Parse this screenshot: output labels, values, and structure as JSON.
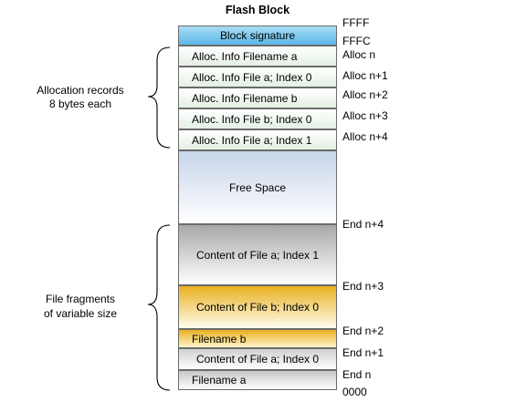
{
  "title": "Flash Block",
  "blocks": {
    "signature": "Block signature",
    "alloc_filename_a": "Alloc. Info Filename a",
    "alloc_file_a_index0": "Alloc. Info File a; Index 0",
    "alloc_filename_b": "Alloc. Info Filename b",
    "alloc_file_b_index0": "Alloc. Info File b; Index 0",
    "alloc_file_a_index1": "Alloc. Info File a; Index 1",
    "free_space": "Free Space",
    "content_file_a_index1": "Content of File a; Index 1",
    "content_file_b_index0": "Content of File b; Index 0",
    "filename_b": "Filename b",
    "content_file_a_index0": "Content of File a; Index 0",
    "filename_a": "Filename a"
  },
  "addresses": {
    "ffff": "FFFF",
    "fffc": "FFFC",
    "alloc_n": "Alloc n",
    "alloc_n1": "Alloc n+1",
    "alloc_n2": "Alloc n+2",
    "alloc_n3": "Alloc n+3",
    "alloc_n4": "Alloc n+4",
    "end_n4": "End n+4",
    "end_n3": "End n+3",
    "end_n2": "End n+2",
    "end_n1": "End n+1",
    "end_n": "End n",
    "zero": "0000"
  },
  "groups": {
    "allocation_line1": "Allocation records",
    "allocation_line2": "8 bytes each",
    "fragments_line1": "File fragments",
    "fragments_line2": "of variable size"
  },
  "colors": {
    "signature": "#5bb8e8",
    "record": "#e3f0e3",
    "free_space": "#dde6f2",
    "gray_content": "#b8b8b8",
    "gold_content": "#f0c040",
    "border": "#6b6b6b"
  }
}
